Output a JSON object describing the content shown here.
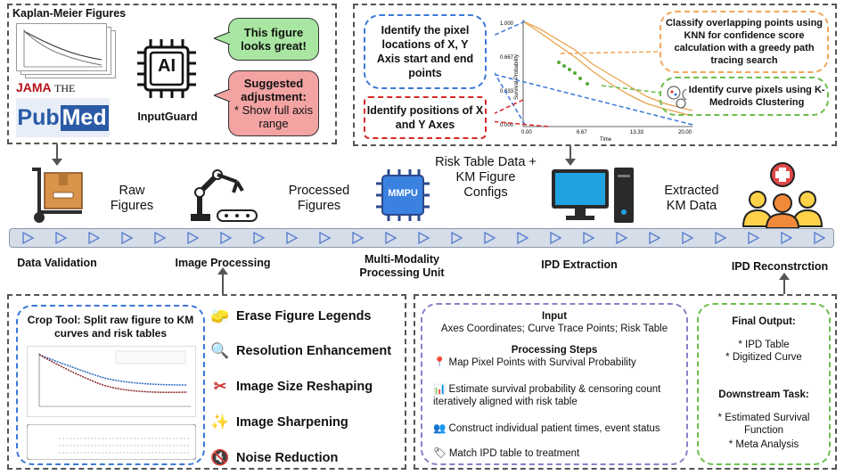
{
  "top_left": {
    "title": "Kaplan-Meier Figures",
    "journals": [
      "JAMA",
      "THE LANCET"
    ],
    "pubmed": [
      "Pub",
      "Med"
    ],
    "ai_chip_label": "AI",
    "inputguard_label": "InputGuard",
    "good_bubble": "This figure looks great!",
    "suggest_title": "Suggested adjustment:",
    "suggest_body": "* Show full axis range"
  },
  "top_right": {
    "identify_axis": "Identify the pixel locations of X, Y Axis start and end points",
    "identify_positions": "Identify positions of X and Y Axes",
    "classify": "Classify overlapping points using KNN for confidence score calculation with a greedy path tracing search",
    "curve_pixels": "Identify curve pixels using K-Medroids Clustering",
    "plot_ylabel": "Survival Probability",
    "plot_xlabel": "Time",
    "plot_yticks": [
      "1.000",
      "0.667",
      "0.333",
      "0.000"
    ],
    "plot_xticks": [
      "0.00",
      "6.67",
      "13.33",
      "20.00"
    ]
  },
  "pipeline": {
    "flow_labels": [
      "Raw Figures",
      "Processed Figures",
      "Risk Table Data + KM Figure Configs",
      "Extracted KM Data"
    ],
    "stage_labels": [
      "Data Validation",
      "Image Processing",
      "Multi-Modality Processing Unit",
      "IPD Extraction",
      "IPD Reconstrction"
    ],
    "mmpu_chip": "MMPU"
  },
  "bottom_left": {
    "crop_title": "Crop Tool: Split raw figure to KM curves and risk tables",
    "tools": [
      {
        "icon": "sponge-icon",
        "label": "Erase Figure Legends"
      },
      {
        "icon": "magnifier-icon",
        "label": "Resolution Enhancement"
      },
      {
        "icon": "scissors-icon",
        "label": "Image Size Reshaping"
      },
      {
        "icon": "sparkles-icon",
        "label": "Image Sharpening"
      },
      {
        "icon": "no-sound-icon",
        "label": "Noise Reduction"
      }
    ]
  },
  "bottom_right": {
    "input_title": "Input",
    "input_body": "Axes Coordinates; Curve Trace Points; Risk Table",
    "steps_title": "Processing Steps",
    "steps": [
      {
        "icon": "pin-icon",
        "text": "Map Pixel Points with Survival Probability"
      },
      {
        "icon": "chart-icon",
        "text": "Estimate survival probability & censoring count iteratively aligned with risk table"
      },
      {
        "icon": "people-icon",
        "text": "Construct individual patient times, event status"
      },
      {
        "icon": "tag-icon",
        "text": "Match IPD table to treatment"
      }
    ],
    "final_title": "Final Output:",
    "final_items": [
      "* IPD Table",
      "* Digitized Curve"
    ],
    "downstream_title": "Downstream Task:",
    "downstream_items": [
      "* Estimated Survival Function",
      "* Meta Analysis"
    ]
  },
  "colors": {
    "good_green": "#a8e6a1",
    "suggest_red": "#f4a3a3",
    "conveyor": "#d5dde8",
    "conveyor_arrow": "#5b7fd0",
    "blue_dash": "#3a78d6",
    "red_dash": "#d62828",
    "orange_dash": "#f2a65a",
    "green_dash": "#6abf4b",
    "purple_dash": "#8a7fc8"
  }
}
